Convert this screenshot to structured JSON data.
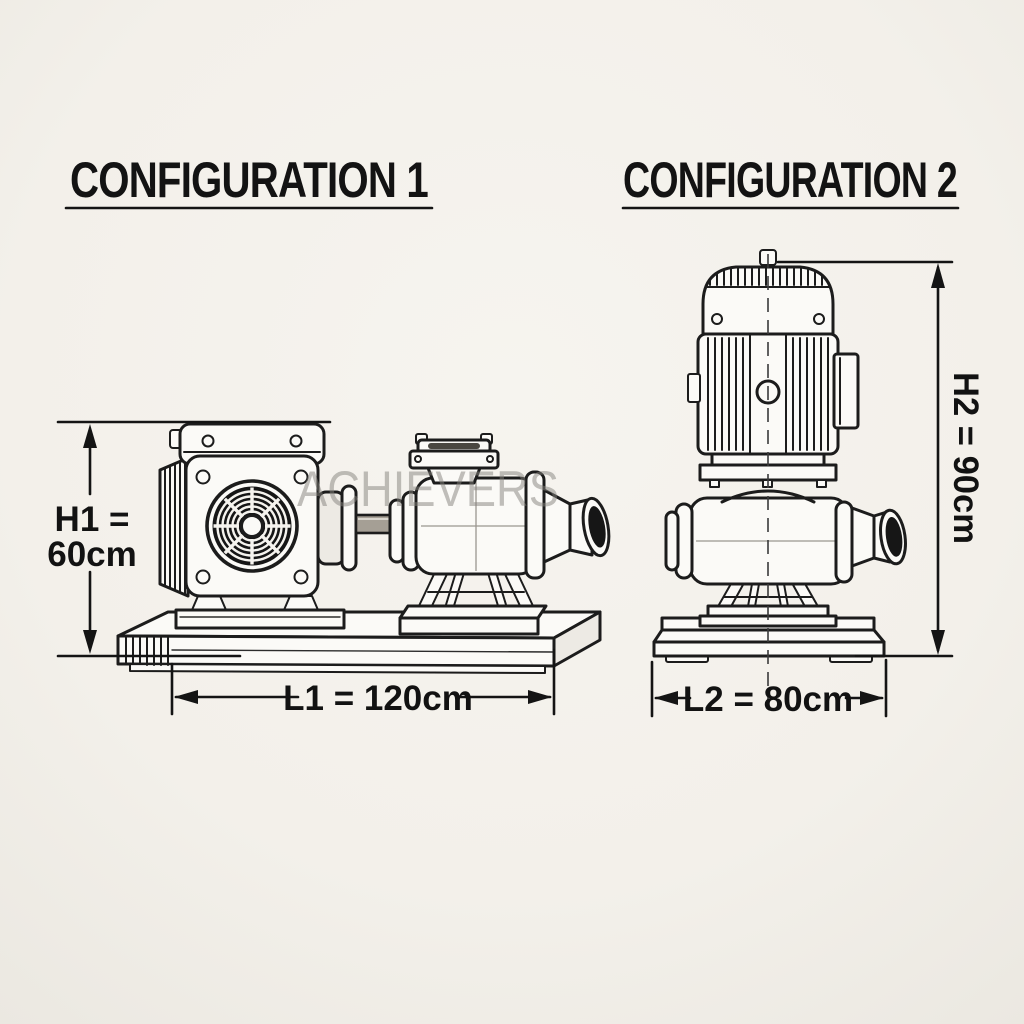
{
  "colors": {
    "background": "#f3f0ea",
    "line": "#1c1c1c",
    "watermark": "#85827d"
  },
  "watermark": {
    "text": "ACHIEVERS"
  },
  "config1": {
    "title": "CONFIGURATION 1",
    "h1_label_line1": "H1 =",
    "h1_label_line2": "60cm",
    "l1_label": "L1 = 120cm"
  },
  "config2": {
    "title": "CONFIGURATION 2",
    "h2_label": "H2 = 90cm",
    "l2_label": "L2 = 80cm"
  }
}
